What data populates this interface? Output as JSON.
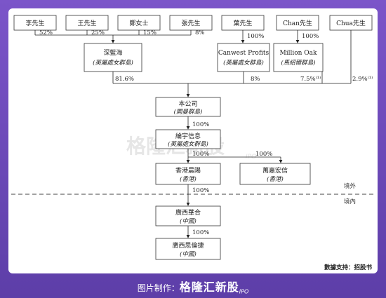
{
  "shareholders": [
    {
      "id": "li",
      "name": "李先生",
      "pct": "52%"
    },
    {
      "id": "wang",
      "name": "王先生",
      "pct": "25%"
    },
    {
      "id": "zheng",
      "name": "鄭女士",
      "pct": "15%"
    },
    {
      "id": "zhang",
      "name": "張先生",
      "pct": "8%"
    },
    {
      "id": "ye",
      "name": "葉先生",
      "pct": "100%"
    },
    {
      "id": "chan",
      "name": "Chan先生",
      "pct": "100%"
    },
    {
      "id": "chua",
      "name": "Chua先生",
      "pct": "2.9%⁽¹⁾"
    }
  ],
  "entities": {
    "shenlanhai": {
      "name": "深藍海",
      "sub": "(英屬處女群島)",
      "pct": "81.6%"
    },
    "canwest": {
      "name": "Canwest Profits",
      "sub": "(英屬處女群島)",
      "pct": "8%"
    },
    "millionoak": {
      "name": "Million Oak",
      "sub": "(馬紹爾群島)",
      "pct": "7.5%⁽¹⁾"
    },
    "company": {
      "name": "本公司",
      "sub": "(開曼群島)",
      "pct": "100%"
    },
    "lunyu": {
      "name": "綸宇信息",
      "sub": "(英屬處女群島)",
      "pct": "100%"
    },
    "hk_chenyang": {
      "name": "香港晨陽",
      "sub": "(香港)",
      "pct": "100%"
    },
    "wanjia": {
      "name": "萬嘉宏信",
      "sub": "(香港)",
      "pct": "100%"
    },
    "gx_huahe": {
      "name": "廣西華合",
      "sub": "(中國)",
      "pct": "100%"
    },
    "gx_silunjie": {
      "name": "廣西思倫捷",
      "sub": "(中國)"
    }
  },
  "regions": {
    "offshore": "境外",
    "onshore": "境內"
  },
  "watermark": {
    "brand": "格隆汇新股",
    "sub": "IPO"
  },
  "source": "數據支持：招股书",
  "footer": {
    "prefix": "图片制作：",
    "brand": "格隆汇新股",
    "ipo": "IPO"
  }
}
